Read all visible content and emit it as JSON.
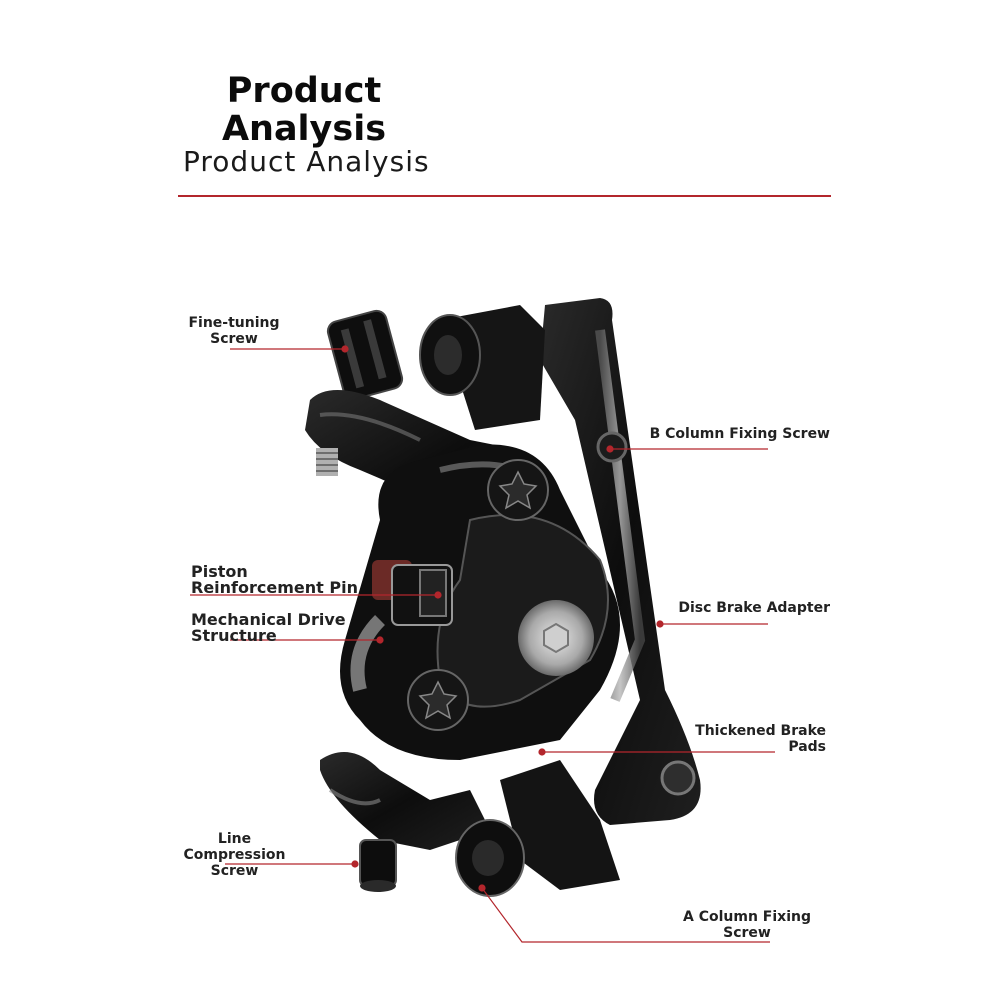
{
  "header": {
    "title": "Product Analysis",
    "subtitle": "Product Analysis",
    "rule_color": "#b3262c"
  },
  "labels": {
    "fine_tuning_screw": "Fine-tuning Screw",
    "piston_pin_line1": "Piston",
    "piston_pin_line2": "Reinforcement Pin",
    "mechanical_drive_line1": "Mechanical Drive",
    "mechanical_drive_line2": "Structure",
    "line_compression_screw": "Line Compression Screw",
    "b_column_fixing_screw": "B Column Fixing Screw",
    "disc_brake_adapter": "Disc Brake Adapter",
    "thickened_brake_pads": "Thickened Brake Pads",
    "a_column_fixing_screw": "A Column Fixing Screw"
  },
  "colors": {
    "leader_line": "#b3262c",
    "body_black": "#141414",
    "highlight_gray": "#8a8a8a"
  }
}
